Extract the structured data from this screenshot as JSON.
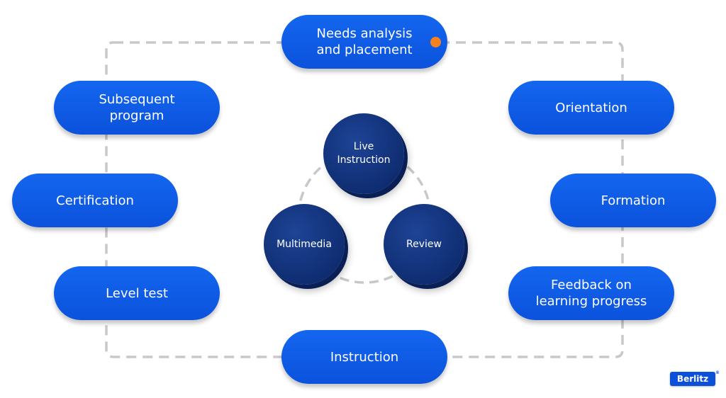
{
  "outer_cycle": [
    "Needs analysis\nand placement",
    "Orientation",
    "Formation",
    "Feedback on\nlearning progress",
    "Instruction",
    "Level test",
    "Certification",
    "Subsequent\nprogram"
  ],
  "inner_cycle": [
    "Live\nInstruction",
    "Review",
    "Multimedia"
  ],
  "logo": {
    "text": "Berlitz",
    "mark": "®"
  },
  "colors": {
    "pill": "#0b52dc",
    "circle": "#0f2d72",
    "connector": "#c8c8c8",
    "marker": "#f5821f"
  }
}
